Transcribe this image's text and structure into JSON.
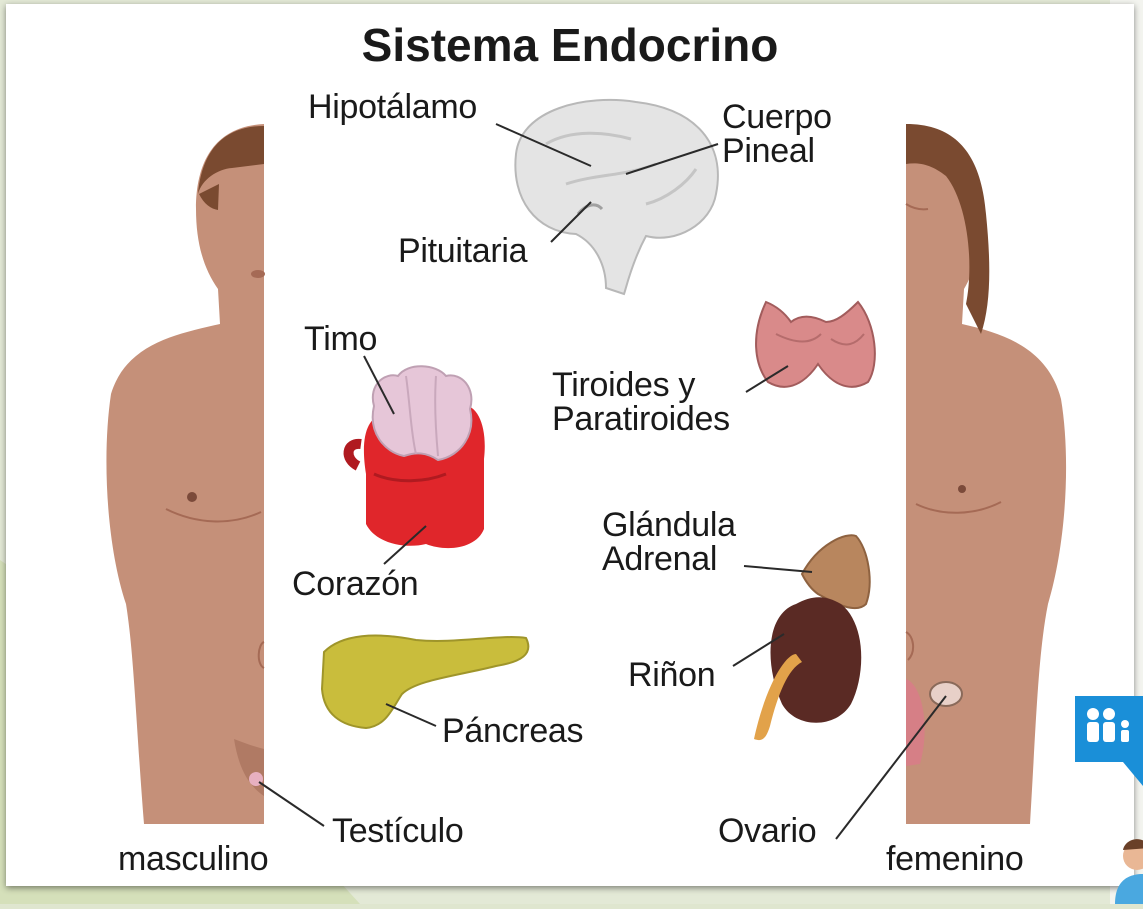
{
  "title": "Sistema Endocrino",
  "labels": {
    "hipotalamo": "Hipotálamo",
    "cuerpo_pineal_1": "Cuerpo",
    "cuerpo_pineal_2": "Pineal",
    "pituitaria": "Pituitaria",
    "timo": "Timo",
    "tiroides_1": "Tiroides y",
    "tiroides_2": "Paratiroides",
    "corazon": "Corazón",
    "adrenal_1": "Glándula",
    "adrenal_2": "Adrenal",
    "rinon": "Riñon",
    "pancreas": "Páncreas",
    "testiculo": "Testículo",
    "ovario": "Ovario",
    "masculino": "masculino",
    "femenino": "femenino"
  },
  "colors": {
    "skin": "#c59079",
    "hair": "#7a4a30",
    "heart": "#e0262b",
    "thymus": "#e6c6d8",
    "pancreas": "#c9bd3c",
    "kidney": "#5a2a24",
    "thyroid": "#d98a8a",
    "adrenal": "#b8865e",
    "accent": "#1a8fd8"
  },
  "widget": {
    "icon": "family-icon"
  }
}
